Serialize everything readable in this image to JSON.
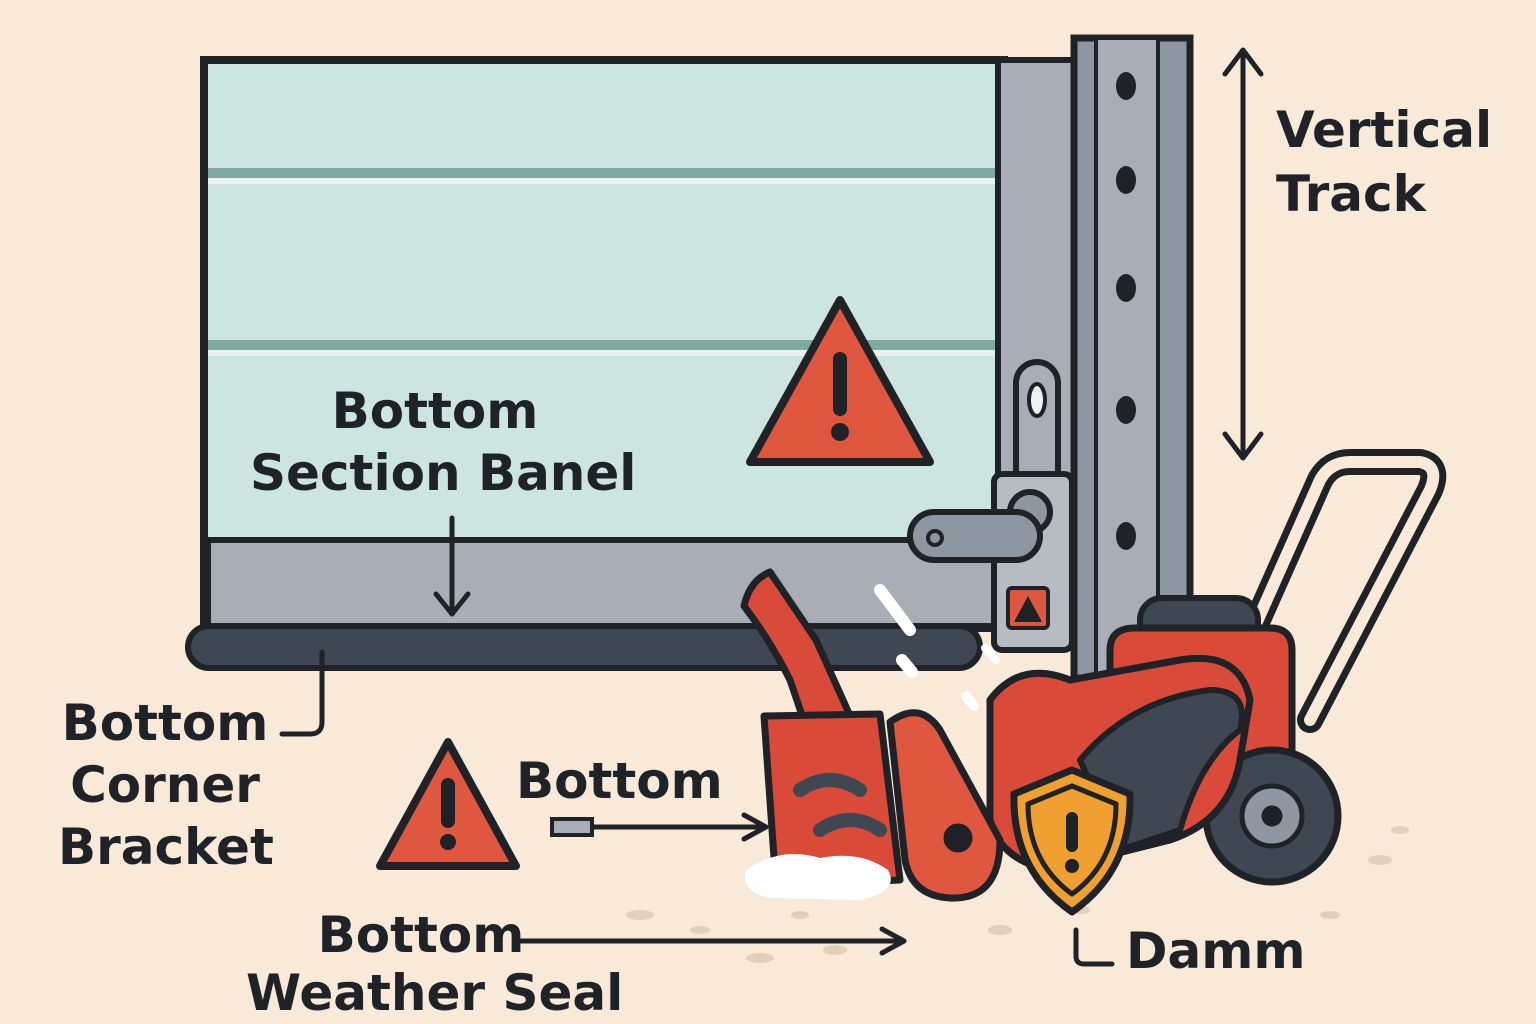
{
  "labels": {
    "vertical_track": [
      "Vertical",
      "Track"
    ],
    "bottom_section_panel": [
      "Bottom",
      "Section Banel"
    ],
    "bottom_corner_bracket": [
      "Bottom",
      "Corner",
      "Bracket"
    ],
    "bottom_arrow": "Bottom",
    "bottom_weather_seal": [
      "Bottom",
      "Weather Seal"
    ],
    "damm": "Damm"
  },
  "icons": {
    "warning_triangle": "warning-triangle-icon",
    "shield_warning": "shield-warning-icon"
  },
  "colors": {
    "background": "#f8e9d8",
    "door_panel": "#cde5df",
    "panel_stripe": "#7fa9a3",
    "track": "#a9aeb6",
    "seal": "#3f4752",
    "outline": "#1f2226",
    "warning_red": "#e0573f",
    "blower_red": "#d94a38",
    "shield_orange": "#f0a030"
  }
}
